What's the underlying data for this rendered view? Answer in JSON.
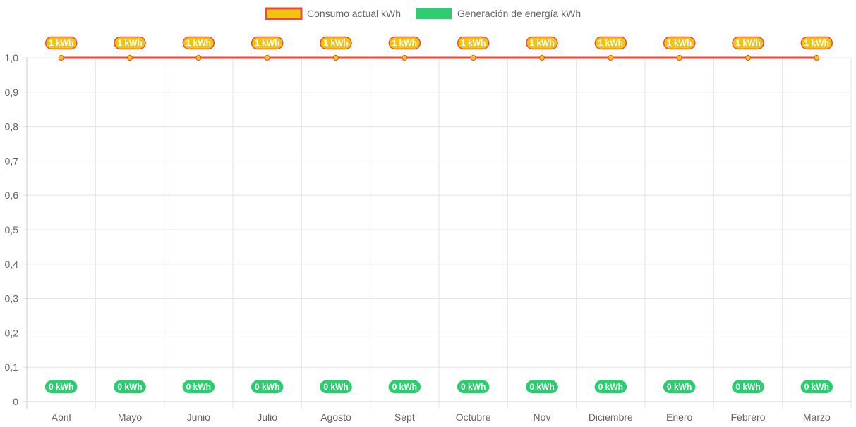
{
  "chart_data": {
    "type": "line",
    "categories": [
      "Abril",
      "Mayo",
      "Junio",
      "Julio",
      "Agosto",
      "Sept",
      "Octubre",
      "Nov",
      "Diciembre",
      "Enero",
      "Febrero",
      "Marzo"
    ],
    "series": [
      {
        "name": "Consumo actual kWh",
        "values": [
          1,
          1,
          1,
          1,
          1,
          1,
          1,
          1,
          1,
          1,
          1,
          1
        ],
        "color": "#e74c3c",
        "point_color": "#f1c40f",
        "label_suffix": " kWh"
      },
      {
        "name": "Generación de energía kWh",
        "values": [
          0,
          0,
          0,
          0,
          0,
          0,
          0,
          0,
          0,
          0,
          0,
          0
        ],
        "color": "#2ecc71",
        "label_suffix": " kWh"
      }
    ],
    "yticks": [
      "0",
      "0,1",
      "0,2",
      "0,3",
      "0,4",
      "0,5",
      "0,6",
      "0,7",
      "0,8",
      "0,9",
      "1,0"
    ],
    "ylim": [
      0,
      1
    ],
    "grid": true,
    "legend": "top-center"
  }
}
